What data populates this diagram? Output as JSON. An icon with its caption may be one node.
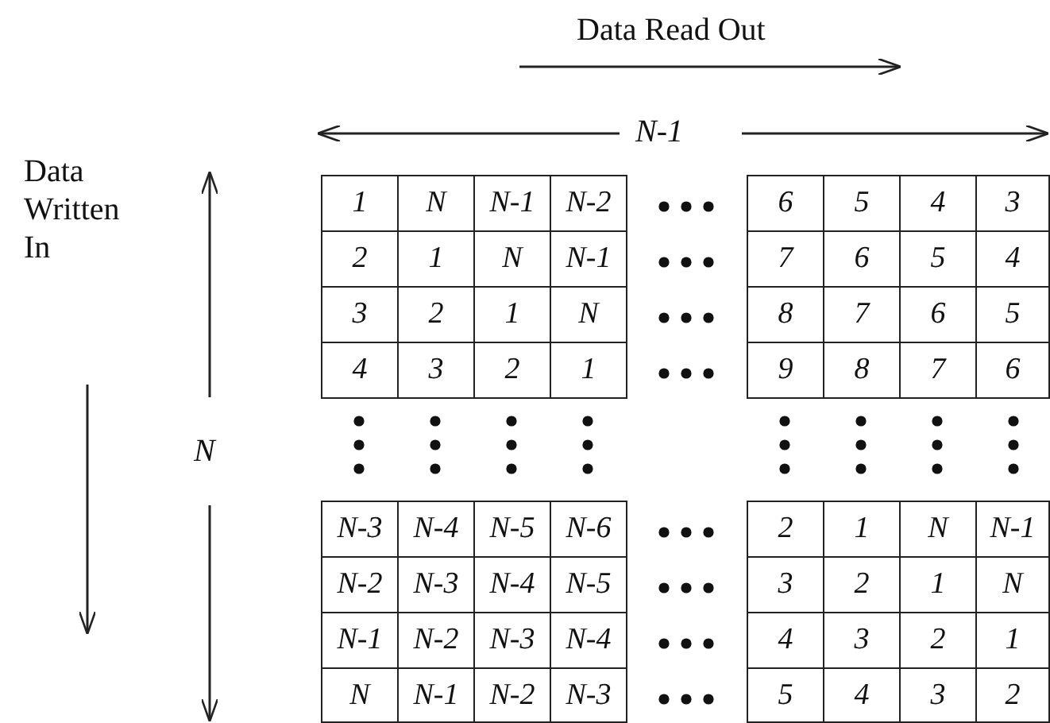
{
  "diagram": {
    "labels": [
      "Data Read Out",
      "N-1",
      "Data Written In",
      "N",
      "1",
      "N",
      "N-1",
      "N-2",
      "6",
      "5",
      "4",
      "3",
      "2",
      "1",
      "N",
      "N-1",
      "7",
      "6",
      "5",
      "4",
      "3",
      "2",
      "1",
      "N",
      "8",
      "7",
      "6",
      "5",
      "4",
      "3",
      "2",
      "1",
      "9",
      "8",
      "7",
      "6",
      "N-3",
      "N-4",
      "N-5",
      "N-6",
      "2",
      "1",
      "N",
      "N-1",
      "N-2",
      "N-3",
      "N-4",
      "N-5",
      "3",
      "2",
      "1",
      "N",
      "N-1",
      "N-2",
      "N-3",
      "N-4",
      "4",
      "3",
      "2",
      "1",
      "N",
      "N-1",
      "N-2",
      "N-3",
      "5",
      "4",
      "3",
      "2"
    ]
  }
}
